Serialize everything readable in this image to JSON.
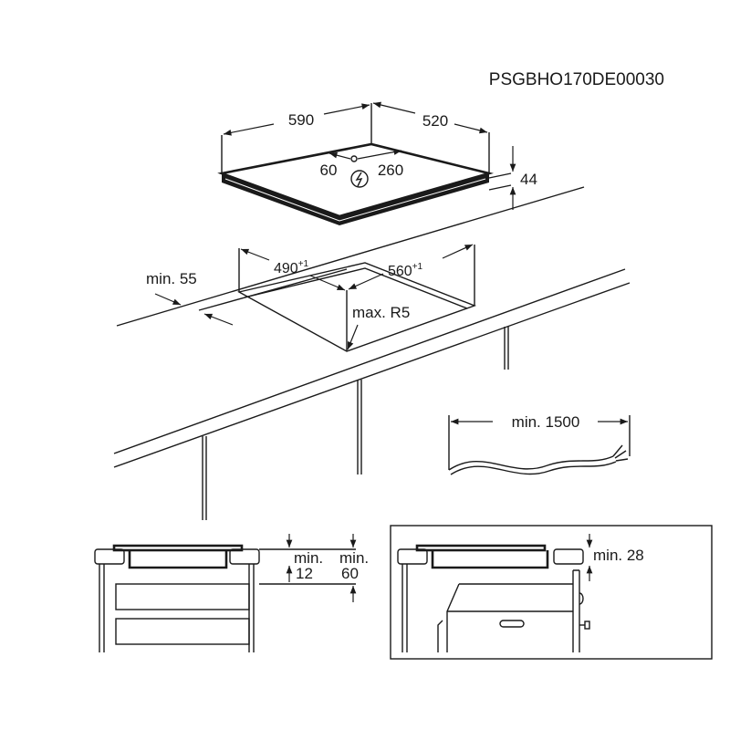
{
  "code": "PSGBHO170DE00030",
  "hob": {
    "width": "590",
    "depth": "520",
    "height": "44",
    "conn_left": "60",
    "conn_right": "260",
    "power_icon": "lightning-icon"
  },
  "cutout": {
    "width": "560",
    "width_tol": "+1",
    "depth": "490",
    "depth_tol": "+1",
    "front_gap": "min. 55",
    "radius": "max. R5"
  },
  "cable": {
    "length": "min. 1500"
  },
  "section_drawers": {
    "min1_label": "min.",
    "min1_value": "12",
    "min2_label": "min.",
    "min2_value": "60"
  },
  "section_oven": {
    "clearance": "min. 28"
  },
  "colors": {
    "line": "#1a1a1a",
    "background": "#ffffff"
  }
}
